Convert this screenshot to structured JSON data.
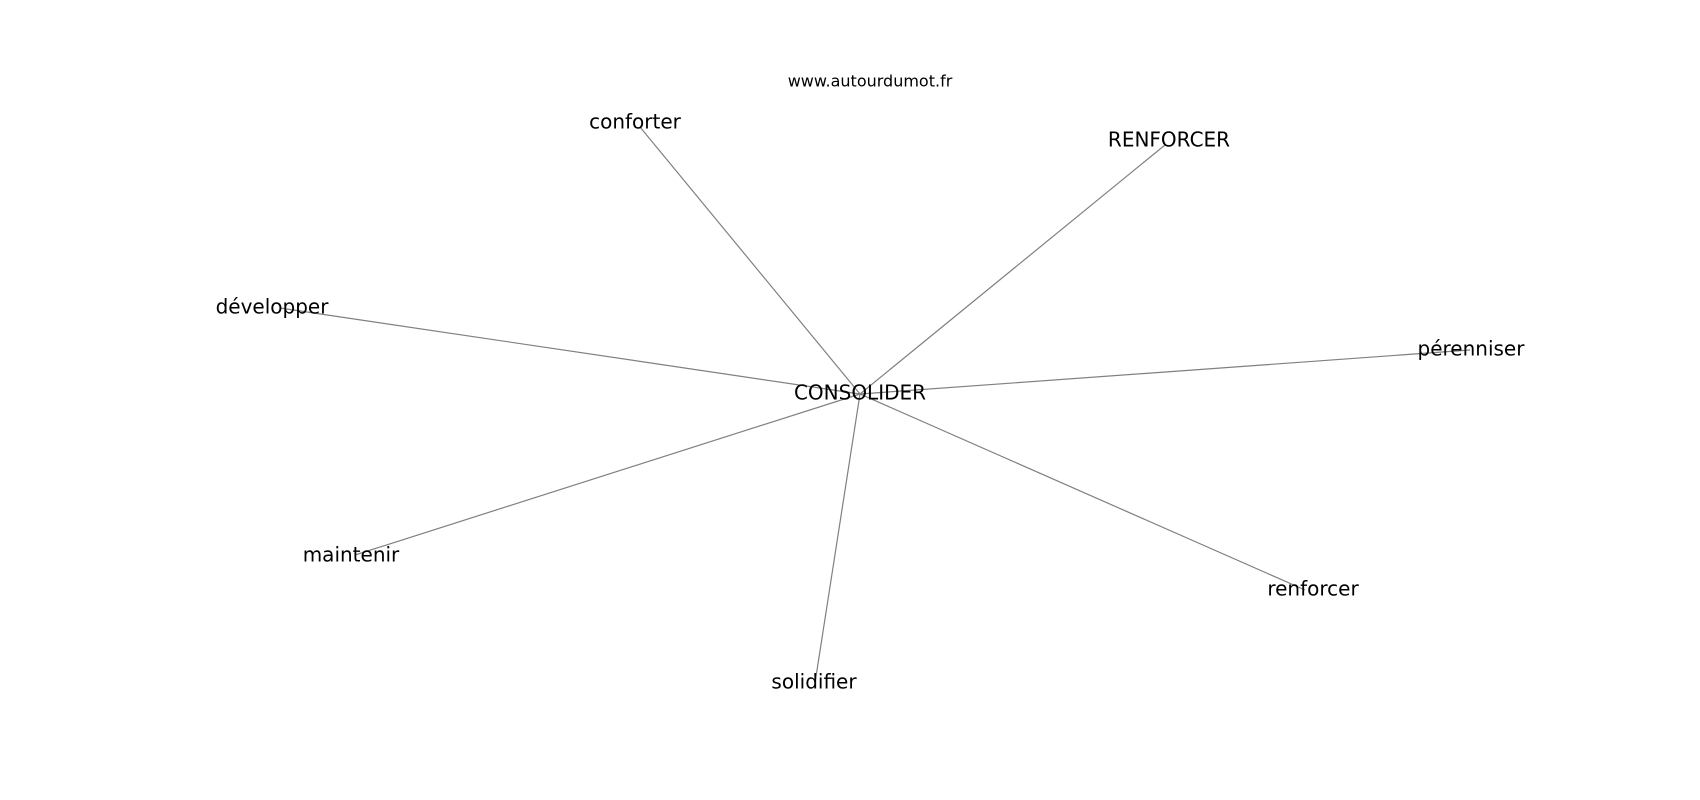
{
  "site": "www.autourdumot.fr",
  "center": {
    "label": "CONSOLIDER"
  },
  "synonyms": [
    {
      "label": "conforter"
    },
    {
      "label": "RENFORCER"
    },
    {
      "label": "développer"
    },
    {
      "label": "pérenniser"
    },
    {
      "label": "maintenir"
    },
    {
      "label": "renforcer"
    },
    {
      "label": "solidifier"
    }
  ]
}
